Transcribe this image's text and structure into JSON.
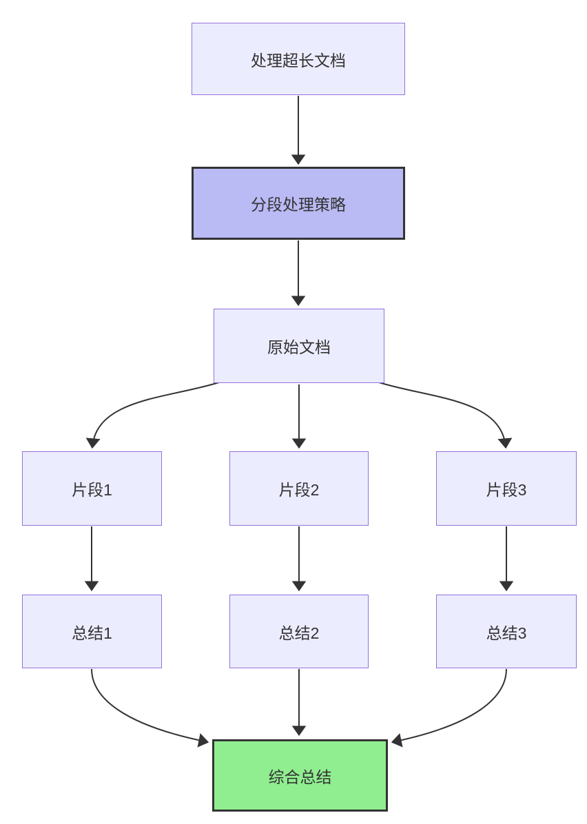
{
  "diagram": {
    "type": "flowchart",
    "direction": "top-down",
    "nodes": [
      {
        "id": "A",
        "label": "处理超长文档",
        "style": "default"
      },
      {
        "id": "B",
        "label": "分段处理策略",
        "style": "highlight"
      },
      {
        "id": "C",
        "label": "原始文档",
        "style": "default"
      },
      {
        "id": "D1",
        "label": "片段1",
        "style": "default"
      },
      {
        "id": "D2",
        "label": "片段2",
        "style": "default"
      },
      {
        "id": "D3",
        "label": "片段3",
        "style": "default"
      },
      {
        "id": "E1",
        "label": "总结1",
        "style": "default"
      },
      {
        "id": "E2",
        "label": "总结2",
        "style": "default"
      },
      {
        "id": "E3",
        "label": "总结3",
        "style": "default"
      },
      {
        "id": "F",
        "label": "综合总结",
        "style": "success"
      }
    ],
    "edges": [
      {
        "from": "A",
        "to": "B"
      },
      {
        "from": "B",
        "to": "C"
      },
      {
        "from": "C",
        "to": "D1"
      },
      {
        "from": "C",
        "to": "D2"
      },
      {
        "from": "C",
        "to": "D3"
      },
      {
        "from": "D1",
        "to": "E1"
      },
      {
        "from": "D2",
        "to": "E2"
      },
      {
        "from": "D3",
        "to": "E3"
      },
      {
        "from": "E1",
        "to": "F"
      },
      {
        "from": "E2",
        "to": "F"
      },
      {
        "from": "E3",
        "to": "F"
      }
    ],
    "palette": {
      "background": "#ffffff",
      "node_fill": "#ECECFF",
      "node_border": "#9370DB",
      "highlight_fill": "#BABAF4",
      "highlight_border": "#333333",
      "success_fill": "#90EE90",
      "success_border": "#333333",
      "edge_color": "#333333",
      "text_color": "#333333"
    }
  }
}
